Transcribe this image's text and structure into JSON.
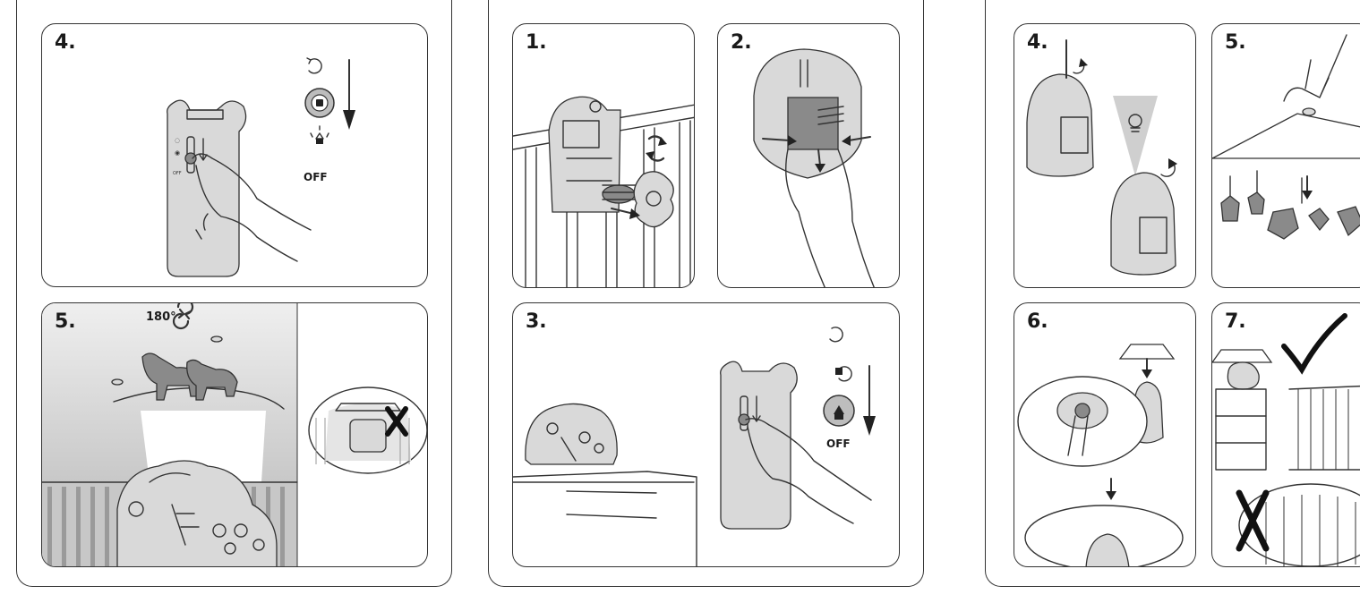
{
  "left_page": {
    "panel_4": {
      "number": "4.",
      "mode_label": "OFF"
    },
    "panel_5": {
      "number": "5.",
      "rotation_label": "180°"
    }
  },
  "middle_page": {
    "panel_1": {
      "number": "1."
    },
    "panel_2": {
      "number": "2."
    },
    "panel_3": {
      "number": "3.",
      "mode_label": "OFF"
    }
  },
  "right_page": {
    "panel_4": {
      "number": "4."
    },
    "panel_5": {
      "number": "5."
    },
    "panel_6": {
      "number": "6."
    },
    "panel_7": {
      "number": "7."
    }
  },
  "colors": {
    "line": "#333333",
    "fill": "#d9d9d9",
    "dark": "#8a8a8a"
  }
}
